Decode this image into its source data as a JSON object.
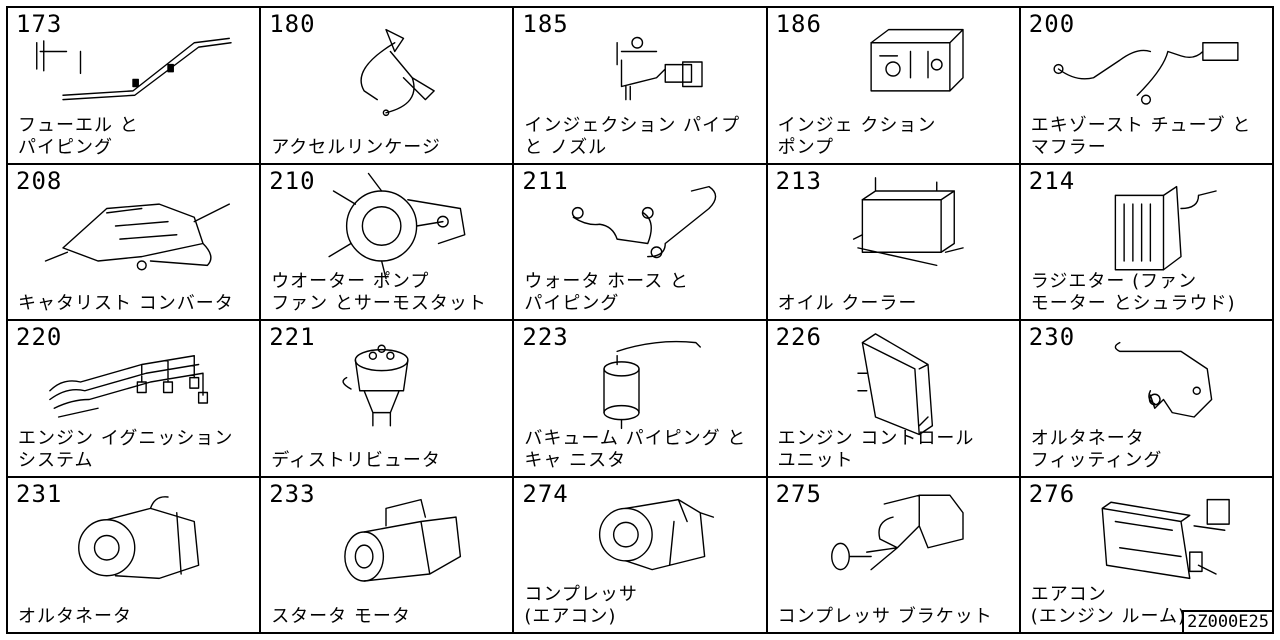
{
  "cells": [
    {
      "number": "173",
      "label": "フューエル と\nパイピング",
      "icon": "fuel-pipe-icon"
    },
    {
      "number": "180",
      "label": "アクセルリンケージ",
      "icon": "accelerator-linkage-icon"
    },
    {
      "number": "185",
      "label": "インジェクション パイプ\nと ノズル",
      "icon": "injection-pipe-icon"
    },
    {
      "number": "186",
      "label": "インジェ クション\nポンプ",
      "icon": "injection-pump-icon"
    },
    {
      "number": "200",
      "label": "エキゾースト チューブ と\nマフラー",
      "icon": "exhaust-muffler-icon"
    },
    {
      "number": "208",
      "label": "キャタリスト コンバータ",
      "icon": "catalytic-converter-icon"
    },
    {
      "number": "210",
      "label": "ウオーター ポンプ\nファン とサーモスタット",
      "icon": "water-pump-fan-icon"
    },
    {
      "number": "211",
      "label": "ウォータ ホース と\nパイピング",
      "icon": "water-hose-icon"
    },
    {
      "number": "213",
      "label": "オイル クーラー",
      "icon": "oil-cooler-icon"
    },
    {
      "number": "214",
      "label": "ラジエター (ファン\nモーター とシュラウド)",
      "icon": "radiator-icon"
    },
    {
      "number": "220",
      "label": "エンジン イグニッション\nシステム",
      "icon": "ignition-system-icon"
    },
    {
      "number": "221",
      "label": "ディストリビュータ",
      "icon": "distributor-icon"
    },
    {
      "number": "223",
      "label": "バキューム パイピング と\nキャ ニスタ",
      "icon": "vacuum-canister-icon"
    },
    {
      "number": "226",
      "label": "エンジン コントロール\nユニット",
      "icon": "engine-control-unit-icon"
    },
    {
      "number": "230",
      "label": "オルタネータ\nフィッティング",
      "icon": "alternator-fitting-icon"
    },
    {
      "number": "231",
      "label": "オルタネータ",
      "icon": "alternator-icon"
    },
    {
      "number": "233",
      "label": "スタータ モータ",
      "icon": "starter-motor-icon"
    },
    {
      "number": "274",
      "label": "コンプレッサ\n(エアコン)",
      "icon": "ac-compressor-icon"
    },
    {
      "number": "275",
      "label": "コンプレッサ ブラケット",
      "icon": "compressor-bracket-icon"
    },
    {
      "number": "276",
      "label": "エアコン\n(エンジン ルーム)",
      "icon": "ac-engine-room-icon"
    }
  ],
  "code": "2Z000E25"
}
